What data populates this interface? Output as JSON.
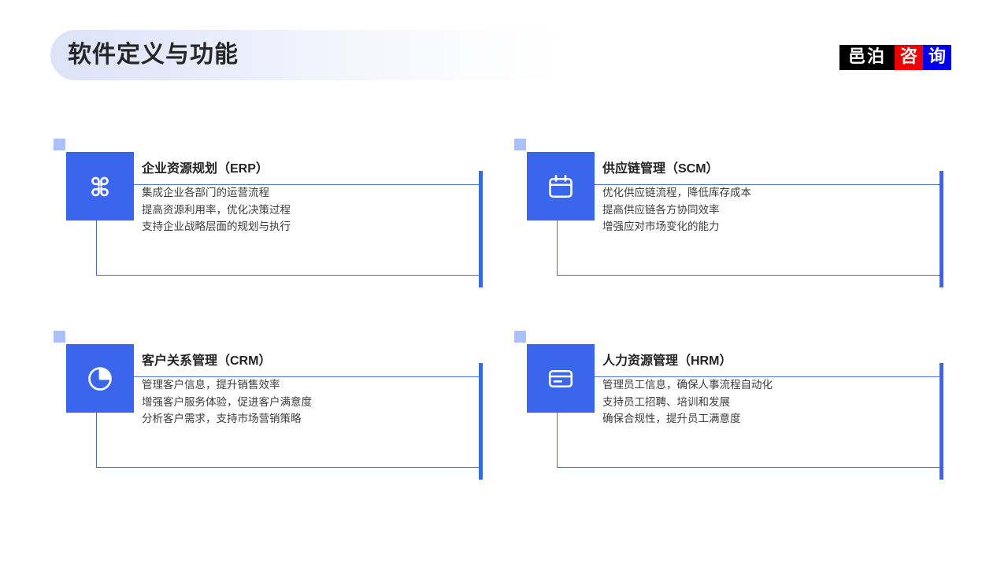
{
  "header": {
    "title": "软件定义与功能",
    "pill_gradient_from": "#dde3f8",
    "pill_gradient_to": "#ffffff",
    "logo": {
      "segments": [
        {
          "text": "邑泊",
          "bg": "#000000",
          "fg": "#ffffff"
        },
        {
          "text": "咨",
          "bg": "#ee0000",
          "fg": "#ffffff"
        },
        {
          "text": "询",
          "bg": "#0000ee",
          "fg": "#ffffff"
        }
      ]
    }
  },
  "theme": {
    "accent": "#3a66ee",
    "marker": "#a9c1f8",
    "frame_border": "#4a6fc4",
    "title_color": "#242424",
    "body_color": "#3c3c3c"
  },
  "cards": [
    {
      "id": "erp",
      "icon": "four-petal-icon",
      "title": "企业资源规划（ERP）",
      "lines": [
        "集成企业各部门的运营流程",
        "提高资源利用率，优化决策过程",
        "支持企业战略层面的规划与执行"
      ]
    },
    {
      "id": "scm",
      "icon": "calendar-icon",
      "title": "供应链管理（SCM）",
      "lines": [
        "优化供应链流程，降低库存成本",
        "提高供应链各方协同效率",
        "增强应对市场变化的能力"
      ]
    },
    {
      "id": "crm",
      "icon": "pie-chart-icon",
      "title": "客户关系管理（CRM）",
      "lines": [
        "管理客户信息，提升销售效率",
        "增强客户服务体验，促进客户满意度",
        "分析客户需求，支持市场营销策略"
      ]
    },
    {
      "id": "hrm",
      "icon": "credit-card-icon",
      "title": "人力资源管理（HRM）",
      "lines": [
        "管理员工信息，确保人事流程自动化",
        "支持员工招聘、培训和发展",
        "确保合规性，提升员工满意度"
      ]
    }
  ]
}
